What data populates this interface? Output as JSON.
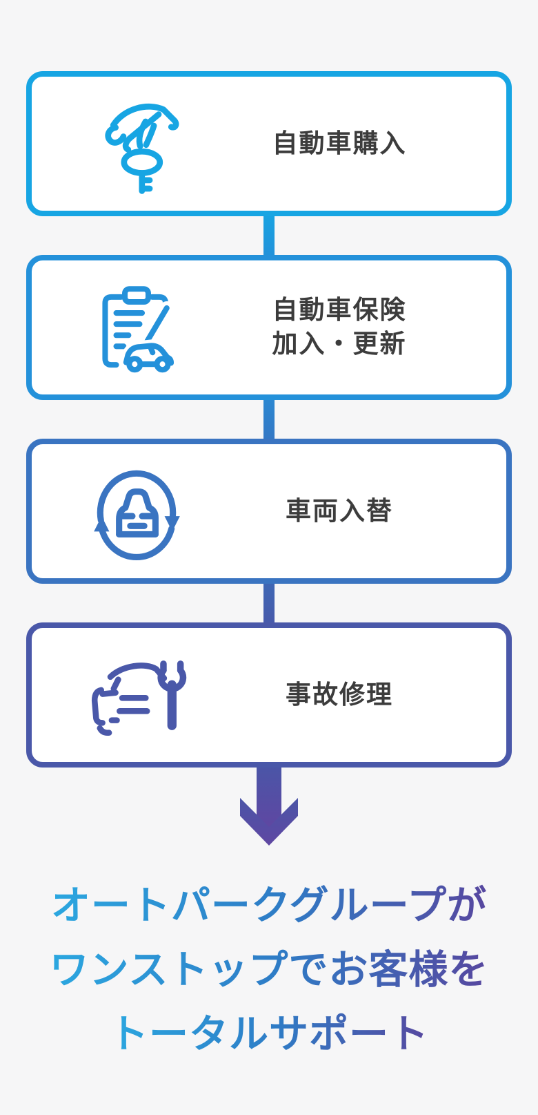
{
  "page": {
    "background_color": "#f6f6f7",
    "box_background": "#ffffff",
    "box_text_color": "#3c3c3c"
  },
  "flow": {
    "steps": [
      {
        "name": "car-purchase",
        "label_lines": [
          "自動車購入"
        ],
        "icon": "hand-key-icon",
        "accent": "#17a5e3"
      },
      {
        "name": "car-insurance",
        "label_lines": [
          "自動車保険",
          "加入・更新"
        ],
        "icon": "clipboard-pen-car-icon",
        "accent": "#2491da"
      },
      {
        "name": "vehicle-swap",
        "label_lines": [
          "車両入替"
        ],
        "icon": "car-cycle-icon",
        "accent": "#3a74c1"
      },
      {
        "name": "accident-repair",
        "label_lines": [
          "事故修理"
        ],
        "icon": "car-wrench-icon",
        "accent": "#4a58a9"
      }
    ],
    "connectors": [
      {
        "from": "#18a2e1",
        "to": "#2292da"
      },
      {
        "from": "#2b87d1",
        "to": "#3478c5"
      },
      {
        "from": "#3f67b4",
        "to": "#475aab"
      }
    ],
    "arrow": {
      "icon": "down-arrow-icon",
      "from": "#4b55a7",
      "to": "#5f47a2"
    }
  },
  "footer": {
    "lines": [
      "オートパークグループが",
      "ワンストップでお客様を",
      "トータルサポート"
    ],
    "gradient_from": "#2ba7e0",
    "gradient_mid": "#2e7cc6",
    "gradient_to": "#57479f"
  }
}
